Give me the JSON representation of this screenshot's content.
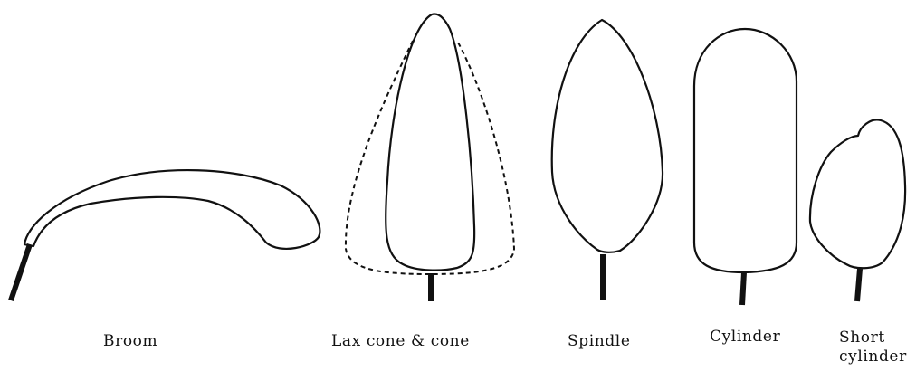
{
  "figure": {
    "labels": {
      "broom": "Broom",
      "lax_cone": "Lax cone & cone",
      "spindle": "Spindle",
      "cylinder": "Cylinder",
      "short_cylinder_line1": "Short",
      "short_cylinder_line2": "cylinder"
    }
  }
}
